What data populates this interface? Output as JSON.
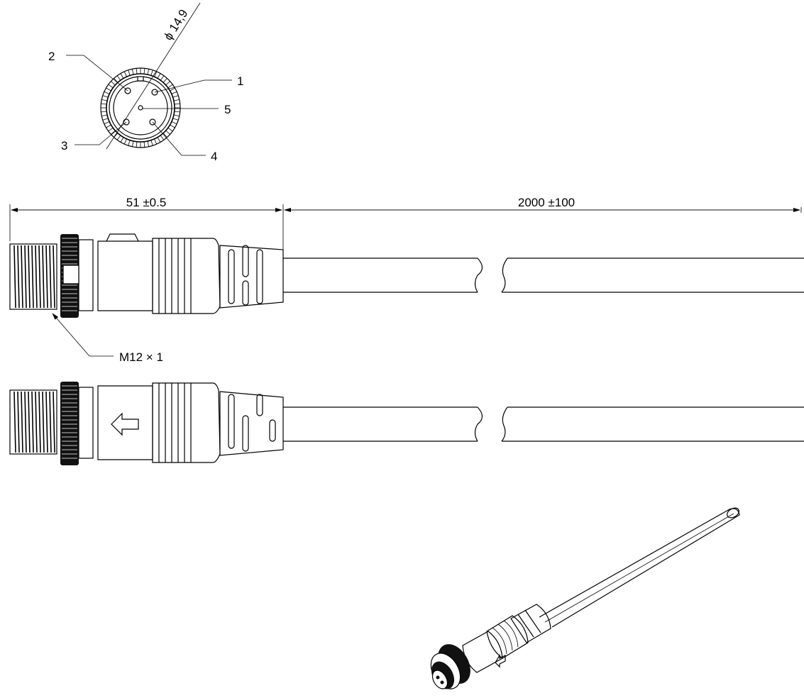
{
  "end_view": {
    "diameter_label": "ϕ 14,9",
    "pins": [
      {
        "id": "pin-1",
        "label": "1"
      },
      {
        "id": "pin-2",
        "label": "2"
      },
      {
        "id": "pin-3",
        "label": "3"
      },
      {
        "id": "pin-4",
        "label": "4"
      },
      {
        "id": "pin-5",
        "label": "5"
      }
    ]
  },
  "dimensions": {
    "connector_length": "51 ±0.5",
    "cable_length": "2000 ±100"
  },
  "thread_callout": "M12 × 1",
  "line_color": "#000000",
  "background_color": "#ffffff"
}
